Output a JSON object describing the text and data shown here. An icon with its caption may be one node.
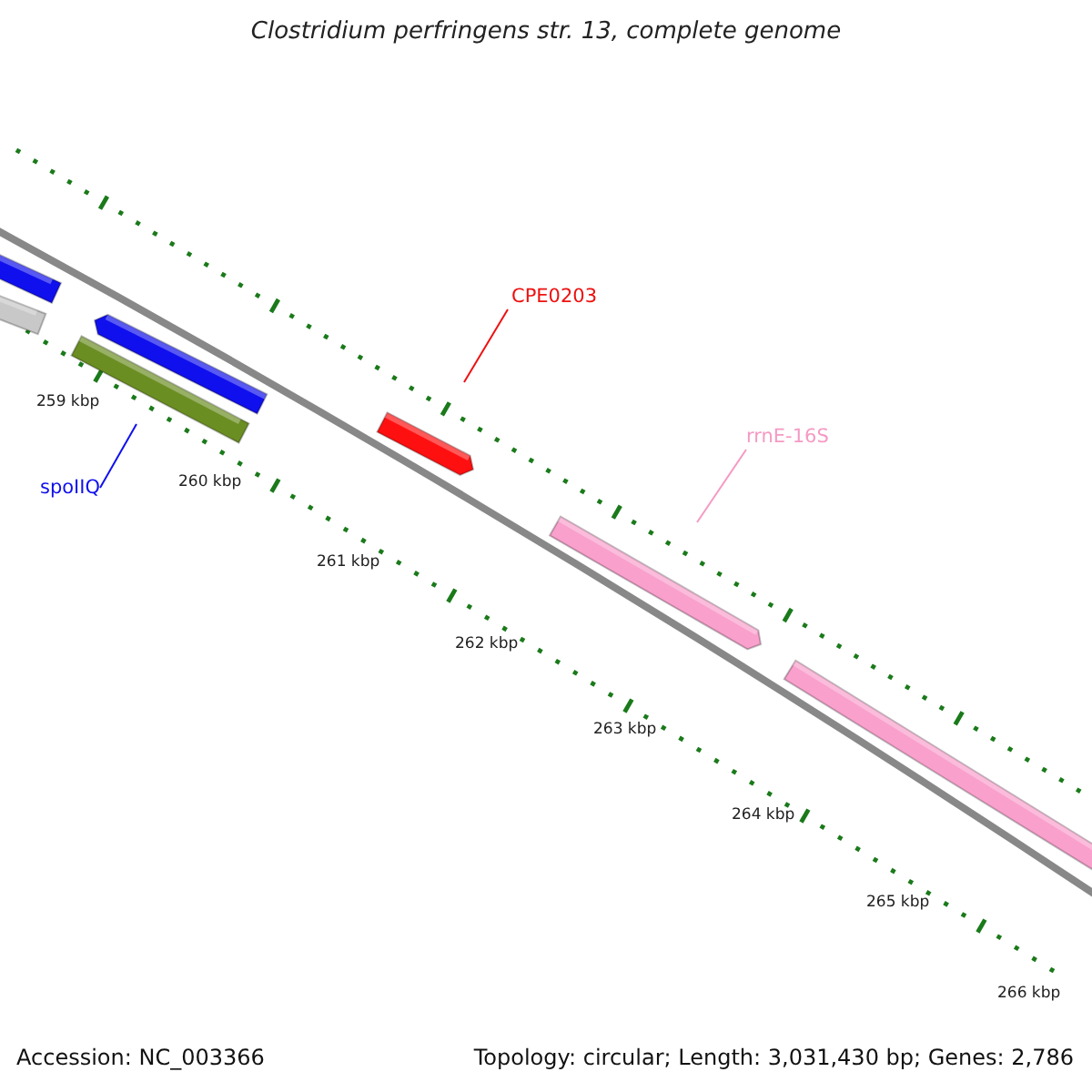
{
  "diagram": {
    "title": "Clostridium perfringens str. 13, complete genome",
    "nodes": [
      {
        "text": [],
        "shape": "bar"
      },
      {
        "text": [],
        "shape": "bar"
      },
      {
        "text": [],
        "shape": "bar"
      },
      {
        "text": [],
        "shape": "bar"
      },
      {
        "text": [],
        "shape": "bar"
      },
      {
        "text": [],
        "shape": "bar"
      },
      {
        "text": [],
        "shape": "bar"
      },
      {
        "text": [
          "spoIIQ"
        ]
      },
      {
        "text": [
          "CPE0203"
        ]
      },
      {
        "text": [
          "rrnE-16S"
        ]
      }
    ],
    "edges": [
      {
        "from": 7,
        "to": 2,
        "arrow": "none"
      },
      {
        "from": 8,
        "to": 4,
        "arrow": "none",
        "color": "#ee1010"
      },
      {
        "from": 9,
        "to": 5,
        "arrow": "none",
        "color": "#f59ac4"
      }
    ],
    "labels": [
      "259 kbp",
      "260 kbp",
      "261 kbp",
      "262 kbp",
      "263 kbp",
      "264 kbp",
      "265 kbp",
      "266 kbp",
      "Accession: NC_003366",
      "Topology: circular; Length: 3,031,430 bp; Genes: 2,786"
    ]
  }
}
